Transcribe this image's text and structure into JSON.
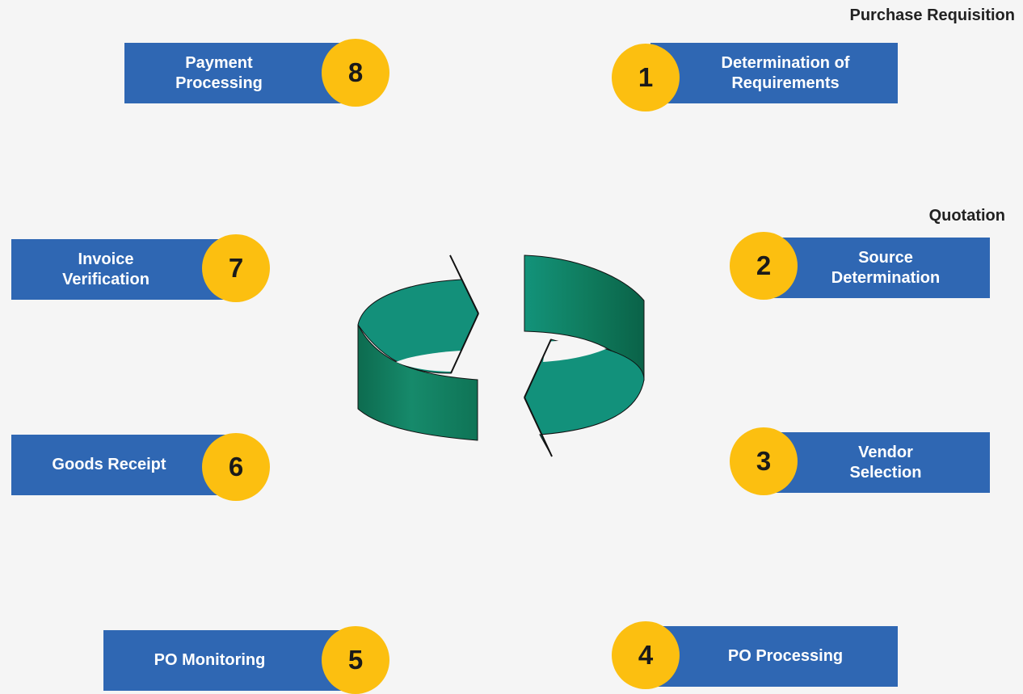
{
  "annotations": {
    "top_right": "Purchase Requisition",
    "right": "Quotation"
  },
  "steps": [
    {
      "number": "1",
      "label": "Determination of\nRequirements"
    },
    {
      "number": "2",
      "label": "Source\nDetermination"
    },
    {
      "number": "3",
      "label": "Vendor\nSelection"
    },
    {
      "number": "4",
      "label": "PO Processing"
    },
    {
      "number": "5",
      "label": "PO Monitoring"
    },
    {
      "number": "6",
      "label": "Goods Receipt"
    },
    {
      "number": "7",
      "label": "Invoice\nVerification"
    },
    {
      "number": "8",
      "label": "Payment\nProcessing"
    }
  ],
  "colors": {
    "box": "#2f67b3",
    "badge": "#fcbf10",
    "arrow_light": "#13917a",
    "arrow_dark": "#0d6b4f",
    "background": "#f5f5f5"
  }
}
